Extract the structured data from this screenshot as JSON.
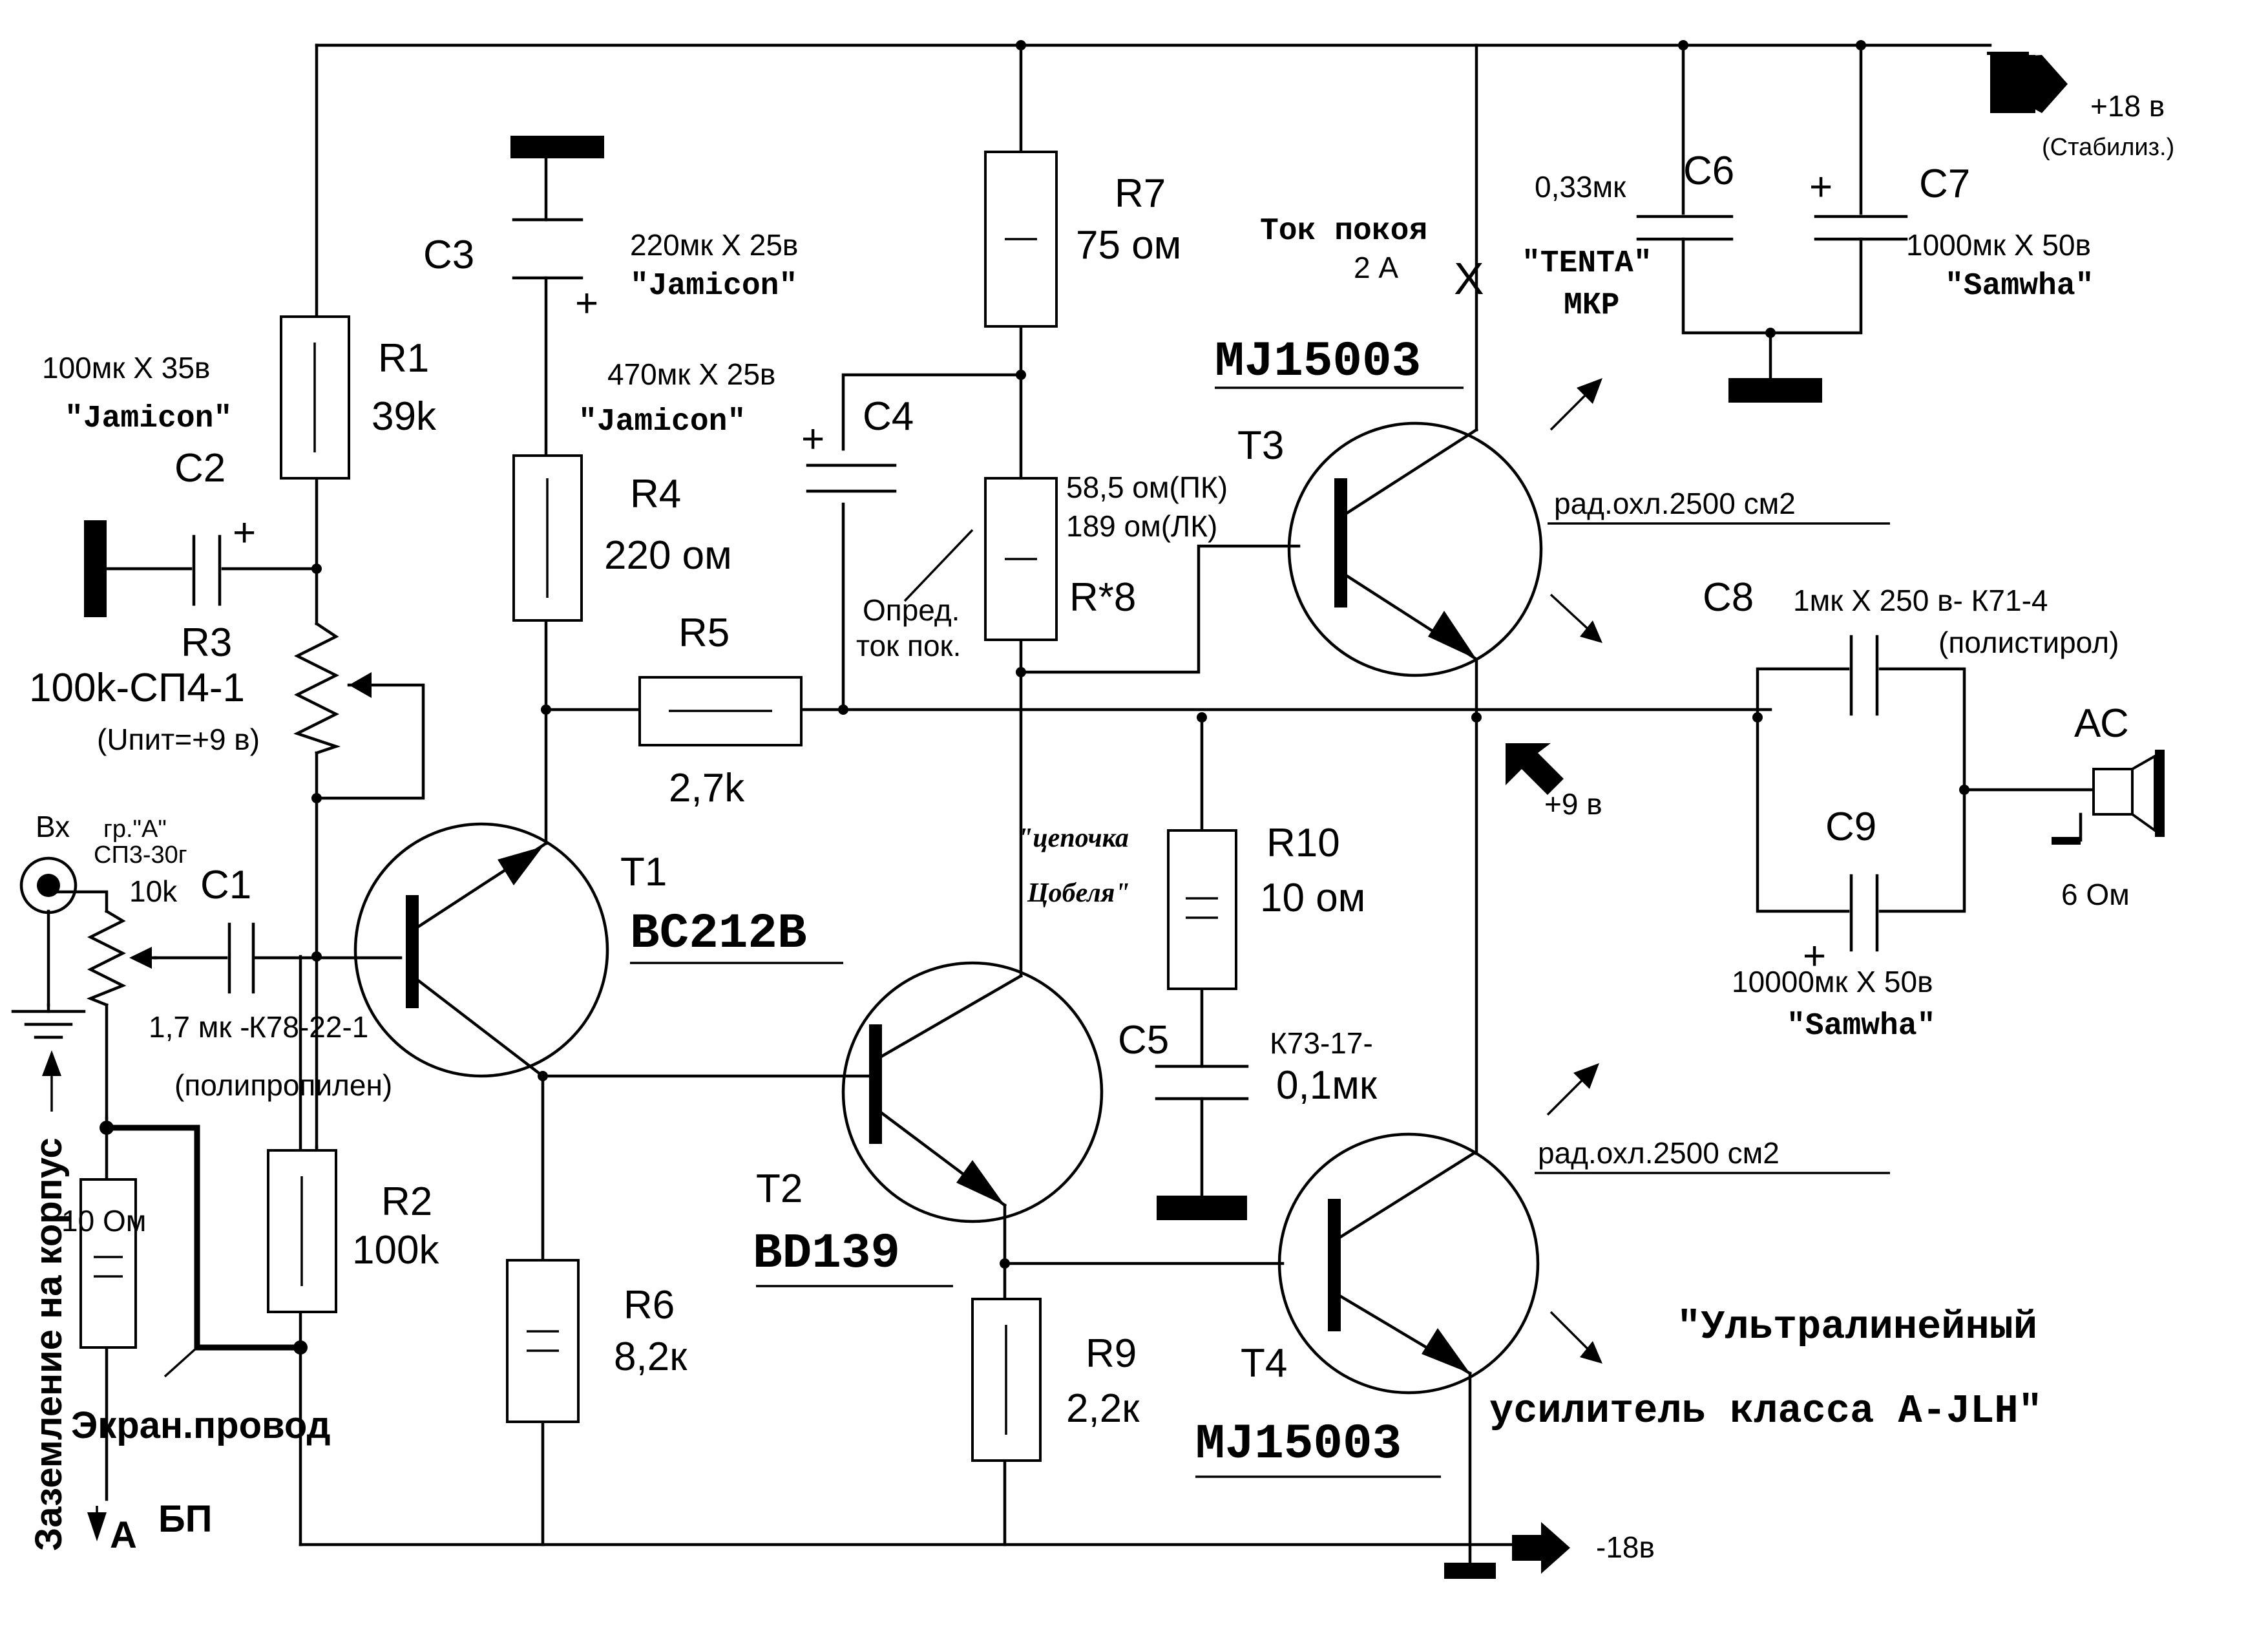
{
  "labels": {
    "supply_pos": "+18 в",
    "supply_pos_note": "(Стабилиз.)",
    "supply_neg": "-18в",
    "mid_voltage": "+9 в",
    "r1": "R1",
    "r1_val": "39k",
    "r2": "R2",
    "r2_val": "100k",
    "r3": "R3",
    "r3_val": "100k-СП4-1",
    "r3_note": "(Uпит=+9 в)",
    "r4": "R4",
    "r4_val": "220 ом",
    "r5": "R5",
    "r5_val": "2,7k",
    "r6": "R6",
    "r6_val": "8,2к",
    "r7": "R7",
    "r7_val": "75 ом",
    "r8": "R*8",
    "r8_val1": "58,5 ом(ПК)",
    "r8_val2": "189 ом(ЛК)",
    "r8_note1": "Опред.",
    "r8_note2": "ток пок.",
    "r9": "R9",
    "r9_val": "2,2к",
    "r10": "R10",
    "r10_val": "10 ом",
    "c1": "C1",
    "c1_val": "1,7 мк -",
    "c1_type": "К78-22-1",
    "c1_note": "(полипропилен)",
    "c2": "C2",
    "c2_val": "100мк Х 35в",
    "c2_brand": "\"Jamicon\"",
    "c3": "C3",
    "c3_val": "220мк Х 25в",
    "c3_brand": "\"Jamicon\"",
    "c4": "C4",
    "c4_val": "470мк Х 25в",
    "c4_brand": "\"Jamicon\"",
    "c5": "C5",
    "c5_type": "К73-17-",
    "c5_val": "0,1мк",
    "c6": "C6",
    "c6_val": "0,33мк",
    "c6_brand": "\"TENTA\"",
    "c6_type": "МКР",
    "c7": "C7",
    "c7_val": "1000мк Х 50в",
    "c7_brand": "\"Samwha\"",
    "c8": "C8",
    "c8_val": "1мк Х 250 в- К71-4",
    "c8_note": "(полистирол)",
    "c9": "C9",
    "c9_val": "10000мк Х 50в",
    "c9_brand": "\"Samwha\"",
    "t1": "T1",
    "t1_model": "BC212B",
    "t2": "T2",
    "t2_model": "BD139",
    "t3": "T3",
    "t3_model": "MJ15003",
    "t4": "T4",
    "t4_model": "MJ15003",
    "heatsink_top": "рад.охл.2500 см2",
    "heatsink_bottom": "рад.охл.2500 см2",
    "quiescent_1": "Ток покоя",
    "quiescent_2": "2 А",
    "input": "Вх",
    "input_pot1": "гр.\"А\"",
    "input_pot2": "СП3-30г",
    "input_pot3": "10k",
    "r_ground": "10 Ом",
    "ground_label": "Заземление на корпус",
    "shield": "Экран.провод",
    "psu_a": "А",
    "psu": "БП",
    "speaker": "АС",
    "speaker_val": "6 Ом",
    "zobel1": "\"цепочка",
    "zobel2": "Цобеля\"",
    "plus": "+",
    "x_mark": "X",
    "title1": "\"Ультралинейный",
    "title2": "усилитель класса A-JLH\""
  }
}
